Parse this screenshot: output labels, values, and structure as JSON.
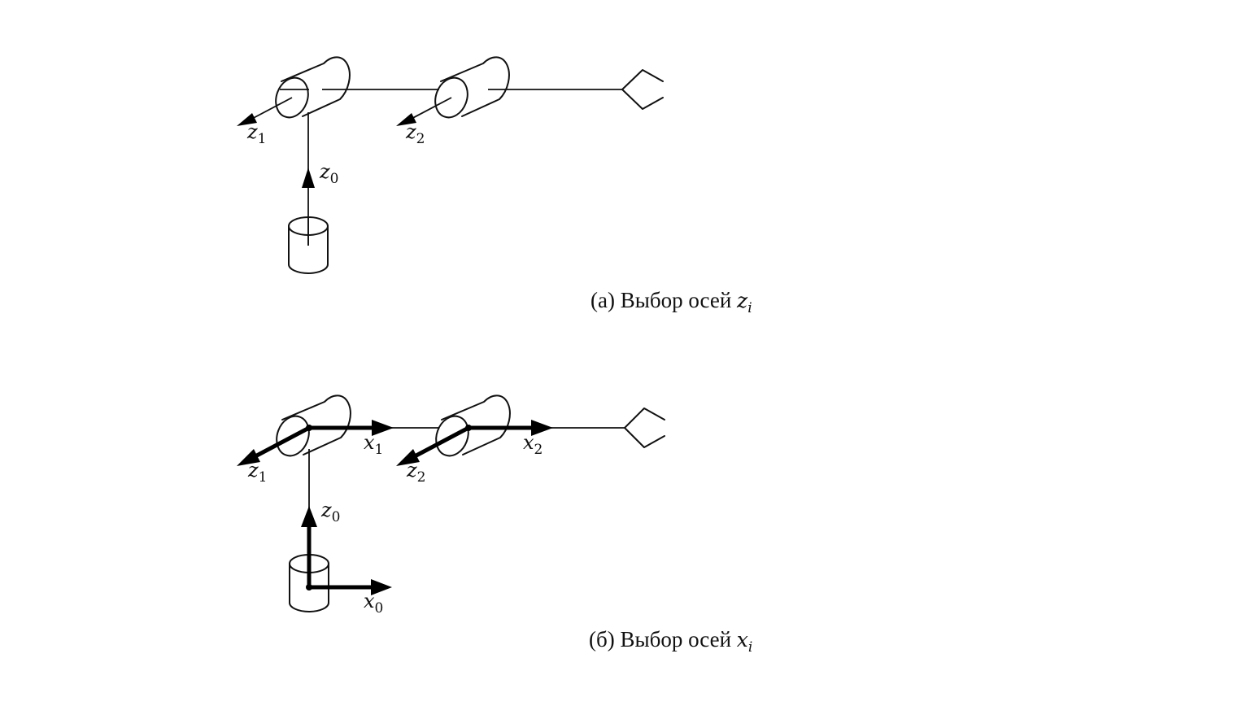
{
  "panel_a": {
    "labels": {
      "z1": {
        "base": "z",
        "sub": "1"
      },
      "z2": {
        "base": "z",
        "sub": "2"
      },
      "z0": {
        "base": "z",
        "sub": "0"
      }
    },
    "caption": {
      "prefix": "(a) Выбор осей ",
      "var": "z",
      "sub": "i"
    }
  },
  "panel_b": {
    "labels": {
      "z1": {
        "base": "z",
        "sub": "1"
      },
      "z2": {
        "base": "z",
        "sub": "2"
      },
      "z0": {
        "base": "z",
        "sub": "0"
      },
      "x1": {
        "base": "x",
        "sub": "1"
      },
      "x2": {
        "base": "x",
        "sub": "2"
      },
      "x0": {
        "base": "x",
        "sub": "0"
      }
    },
    "caption": {
      "prefix": "(б) Выбор осей ",
      "var": "x",
      "sub": "i"
    }
  }
}
